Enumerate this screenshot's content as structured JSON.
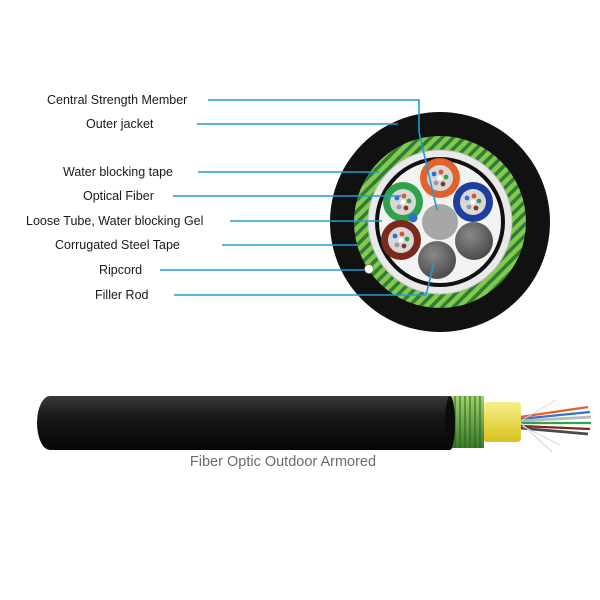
{
  "labels": {
    "central_strength_member": "Central Strength Member",
    "outer_jacket": "Outer jacket",
    "water_blocking_tape": "Water blocking tape",
    "optical_fiber": "Optical Fiber",
    "loose_tube_gel": "Loose Tube, Water blocking Gel",
    "corrugated_steel_tape": "Corrugated Steel Tape",
    "ripcord": "Ripcord",
    "filler_rod": "Filler Rod"
  },
  "caption": "Fiber Optic Outdoor Armored",
  "colors": {
    "leader": "#1e9bd7",
    "jacket": "#111111",
    "armor_green": "#7fc241",
    "tube_orange": "#e2622a",
    "tube_blue": "#1f3f9e",
    "tube_green": "#2fa34a",
    "tube_brown": "#7a2a1c",
    "filler_gray": "#5b5b5b",
    "yarn_yellow": "#f3e23a"
  }
}
